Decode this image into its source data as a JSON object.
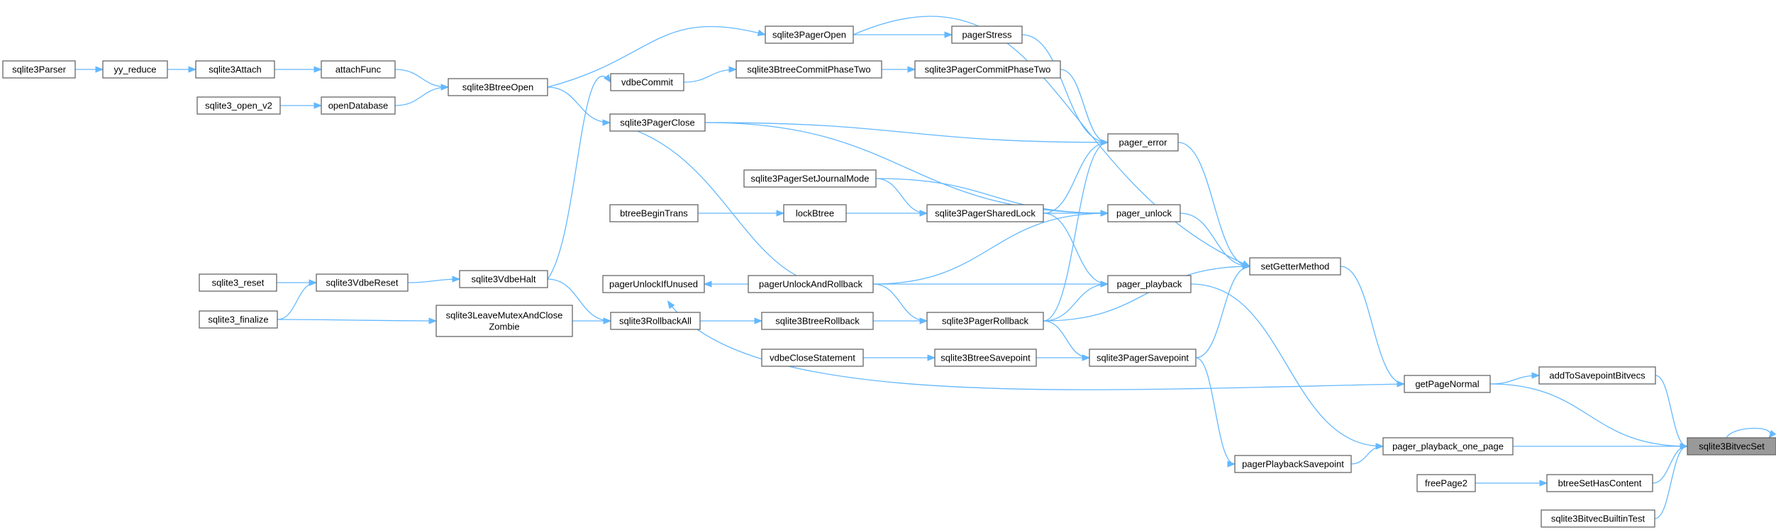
{
  "colors": {
    "edge": "#63b8ff",
    "node_border": "#666666",
    "node_fill": "#ffffff",
    "root_fill": "#999999"
  },
  "nodes": {
    "n_parser": {
      "label": "sqlite3Parser"
    },
    "n_yyreduce": {
      "label": "yy_reduce"
    },
    "n_attach": {
      "label": "sqlite3Attach"
    },
    "n_attachfunc": {
      "label": "attachFunc"
    },
    "n_openv2": {
      "label": "sqlite3_open_v2"
    },
    "n_opendb": {
      "label": "openDatabase"
    },
    "n_btreeopen": {
      "label": "sqlite3BtreeOpen"
    },
    "n_vdbecommit": {
      "label": "vdbeCommit"
    },
    "n_btreecommit2": {
      "label": "sqlite3BtreeCommitPhaseTwo"
    },
    "n_pageropen": {
      "label": "sqlite3PagerOpen"
    },
    "n_pagerstress": {
      "label": "pagerStress"
    },
    "n_pagercommit2": {
      "label": "sqlite3PagerCommitPhaseTwo"
    },
    "n_pagerclose": {
      "label": "sqlite3PagerClose"
    },
    "n_pagererror": {
      "label": "pager_error"
    },
    "n_setjournal": {
      "label": "sqlite3PagerSetJournalMode"
    },
    "n_btreebegin": {
      "label": "btreeBeginTrans"
    },
    "n_lockbtree": {
      "label": "lockBtree"
    },
    "n_sharedlock": {
      "label": "sqlite3PagerSharedLock"
    },
    "n_pagerunlock": {
      "label": "pager_unlock"
    },
    "n_setgetter": {
      "label": "setGetterMethod"
    },
    "n_reset": {
      "label": "sqlite3_reset"
    },
    "n_vdbereset": {
      "label": "sqlite3VdbeReset"
    },
    "n_vdbehalt": {
      "label": "sqlite3VdbeHalt"
    },
    "n_finalize": {
      "label": "sqlite3_finalize"
    },
    "n_leavemutex": {
      "label": "sqlite3LeaveMutexAndClose",
      "label2": "Zombie"
    },
    "n_unlockifunused": {
      "label": "pagerUnlockIfUnused"
    },
    "n_unlockrollback": {
      "label": "pagerUnlockAndRollback"
    },
    "n_playback": {
      "label": "pager_playback"
    },
    "n_rollbackall": {
      "label": "sqlite3RollbackAll"
    },
    "n_btreerollback": {
      "label": "sqlite3BtreeRollback"
    },
    "n_pagerrollback": {
      "label": "sqlite3PagerRollback"
    },
    "n_vdbeclosestmt": {
      "label": "vdbeCloseStatement"
    },
    "n_btreesavepoint": {
      "label": "sqlite3BtreeSavepoint"
    },
    "n_pagersavepoint": {
      "label": "sqlite3PagerSavepoint"
    },
    "n_getpagenormal": {
      "label": "getPageNormal"
    },
    "n_addsavepoint": {
      "label": "addToSavepointBitvecs"
    },
    "n_playbacksavepoint": {
      "label": "pagerPlaybackSavepoint"
    },
    "n_playbackonepage": {
      "label": "pager_playback_one_page"
    },
    "n_bitvecset": {
      "label": "sqlite3BitvecSet"
    },
    "n_freepage2": {
      "label": "freePage2"
    },
    "n_btreesethascontent": {
      "label": "btreeSetHasContent"
    },
    "n_bitvectest": {
      "label": "sqlite3BitvecBuiltinTest"
    }
  }
}
